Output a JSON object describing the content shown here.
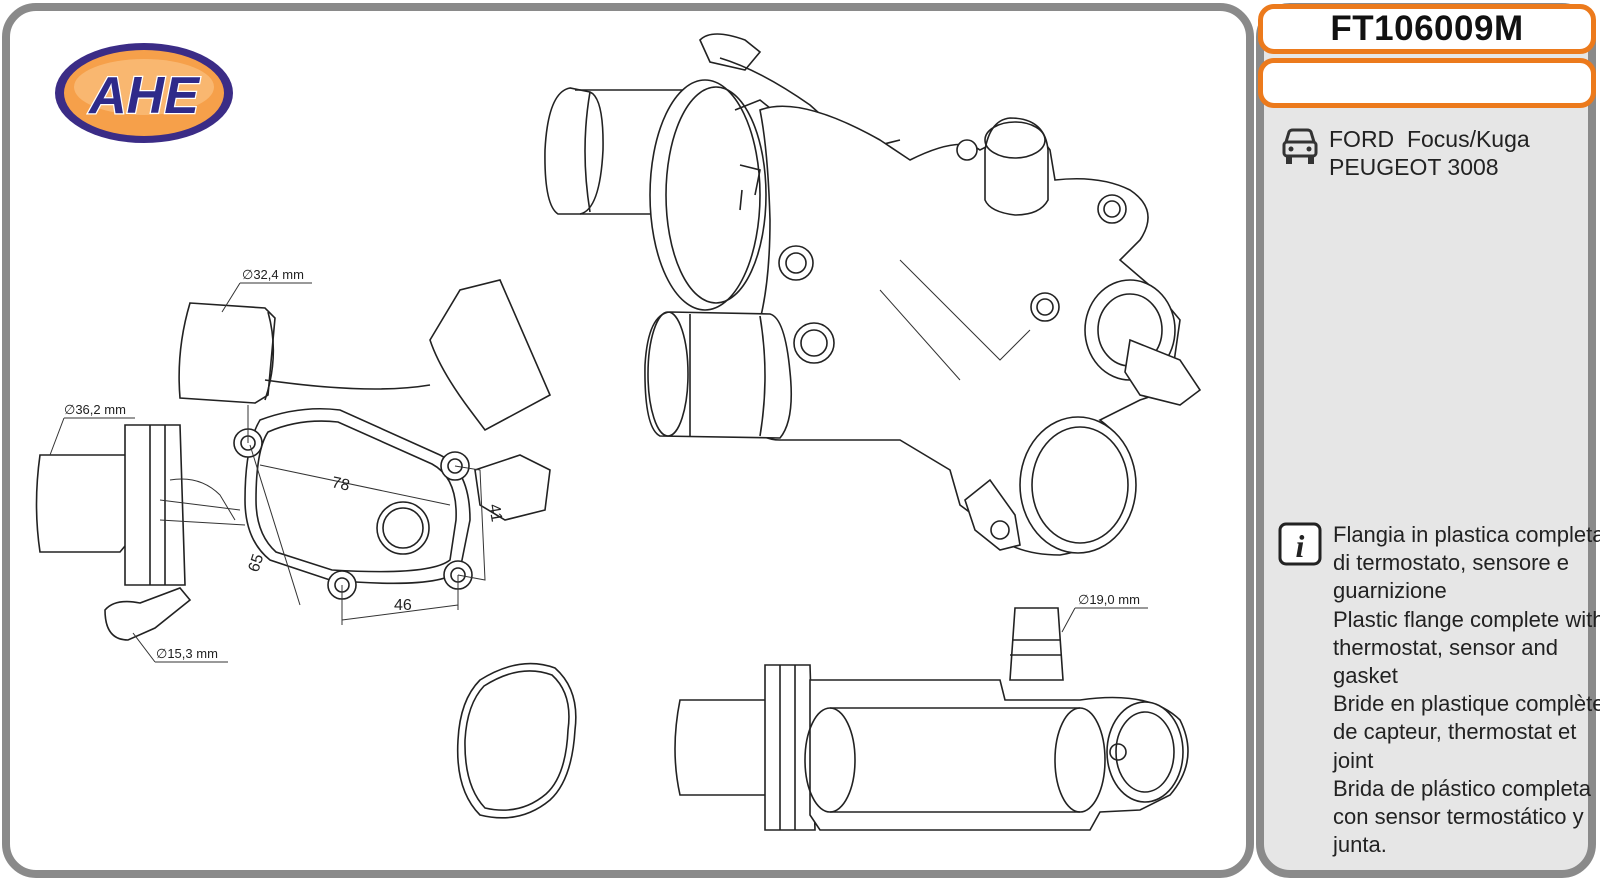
{
  "brand": {
    "logo_text": "AHE"
  },
  "part": {
    "code": "FT106009M",
    "secondary_code": ""
  },
  "vehicles": {
    "line1": "FORD  Focus/Kuga",
    "line2": "PEUGEOT 3008"
  },
  "description": [
    "Flangia in plastica completa",
    "di termostato, sensore e",
    "guarnizione",
    "Plastic flange complete with",
    "thermostat, sensor and",
    "gasket",
    "Bride en plastique complète",
    "de capteur, thermostat et",
    "joint",
    "Brida de plástico completa",
    "con sensor termostático y",
    "junta."
  ],
  "dimensions": {
    "d1": "∅32,4 mm",
    "d2": "∅36,2 mm",
    "d3": "∅15,3 mm",
    "d4": "∅19,0 mm",
    "l1": "78",
    "l2": "41",
    "l3": "65",
    "l4": "46"
  },
  "icons": {
    "vehicle": "car-front-icon",
    "info": "info-icon"
  },
  "colors": {
    "accent": "#ec7a1c",
    "frame": "#8a8a8a",
    "logo_fill": "#f08c28",
    "logo_ring": "#3b2c86"
  }
}
